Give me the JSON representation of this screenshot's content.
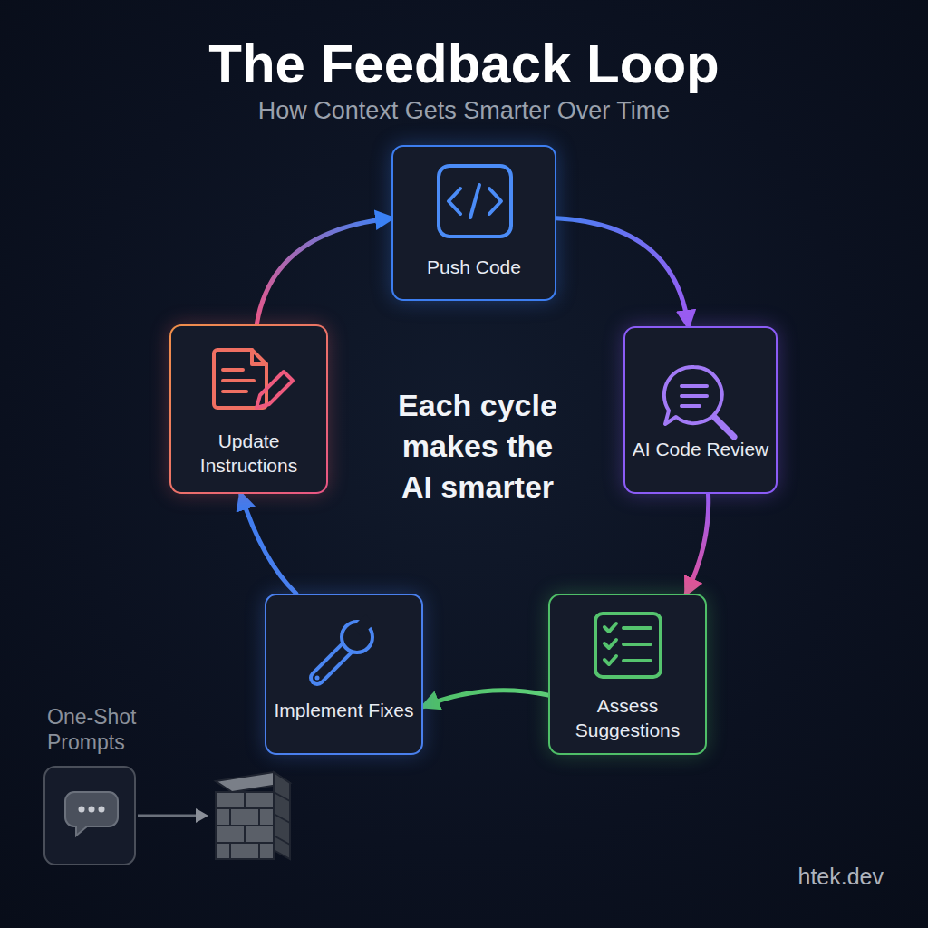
{
  "diagram": {
    "title": "The Feedback Loop",
    "nodes": [
      {
        "text": [
          "Push Code"
        ]
      },
      {
        "text": [
          "AI Code Review"
        ]
      },
      {
        "text": [
          "Assess Suggestions"
        ]
      },
      {
        "text": [
          "Implement Fixes"
        ]
      },
      {
        "text": [
          "Update Instructions"
        ]
      },
      {
        "text": [
          "One-Shot Prompts"
        ]
      }
    ],
    "edges": [
      {
        "from": 0,
        "to": 1,
        "arrow": "to"
      },
      {
        "from": 1,
        "to": 2,
        "arrow": "to"
      },
      {
        "from": 2,
        "to": 3,
        "arrow": "to"
      },
      {
        "from": 3,
        "to": 4,
        "arrow": "to"
      },
      {
        "from": 4,
        "to": 0,
        "arrow": "to"
      }
    ],
    "labels": [
      "How Context Gets Smarter Over Time",
      "Each cycle makes the AI smarter",
      "htek.dev"
    ]
  }
}
